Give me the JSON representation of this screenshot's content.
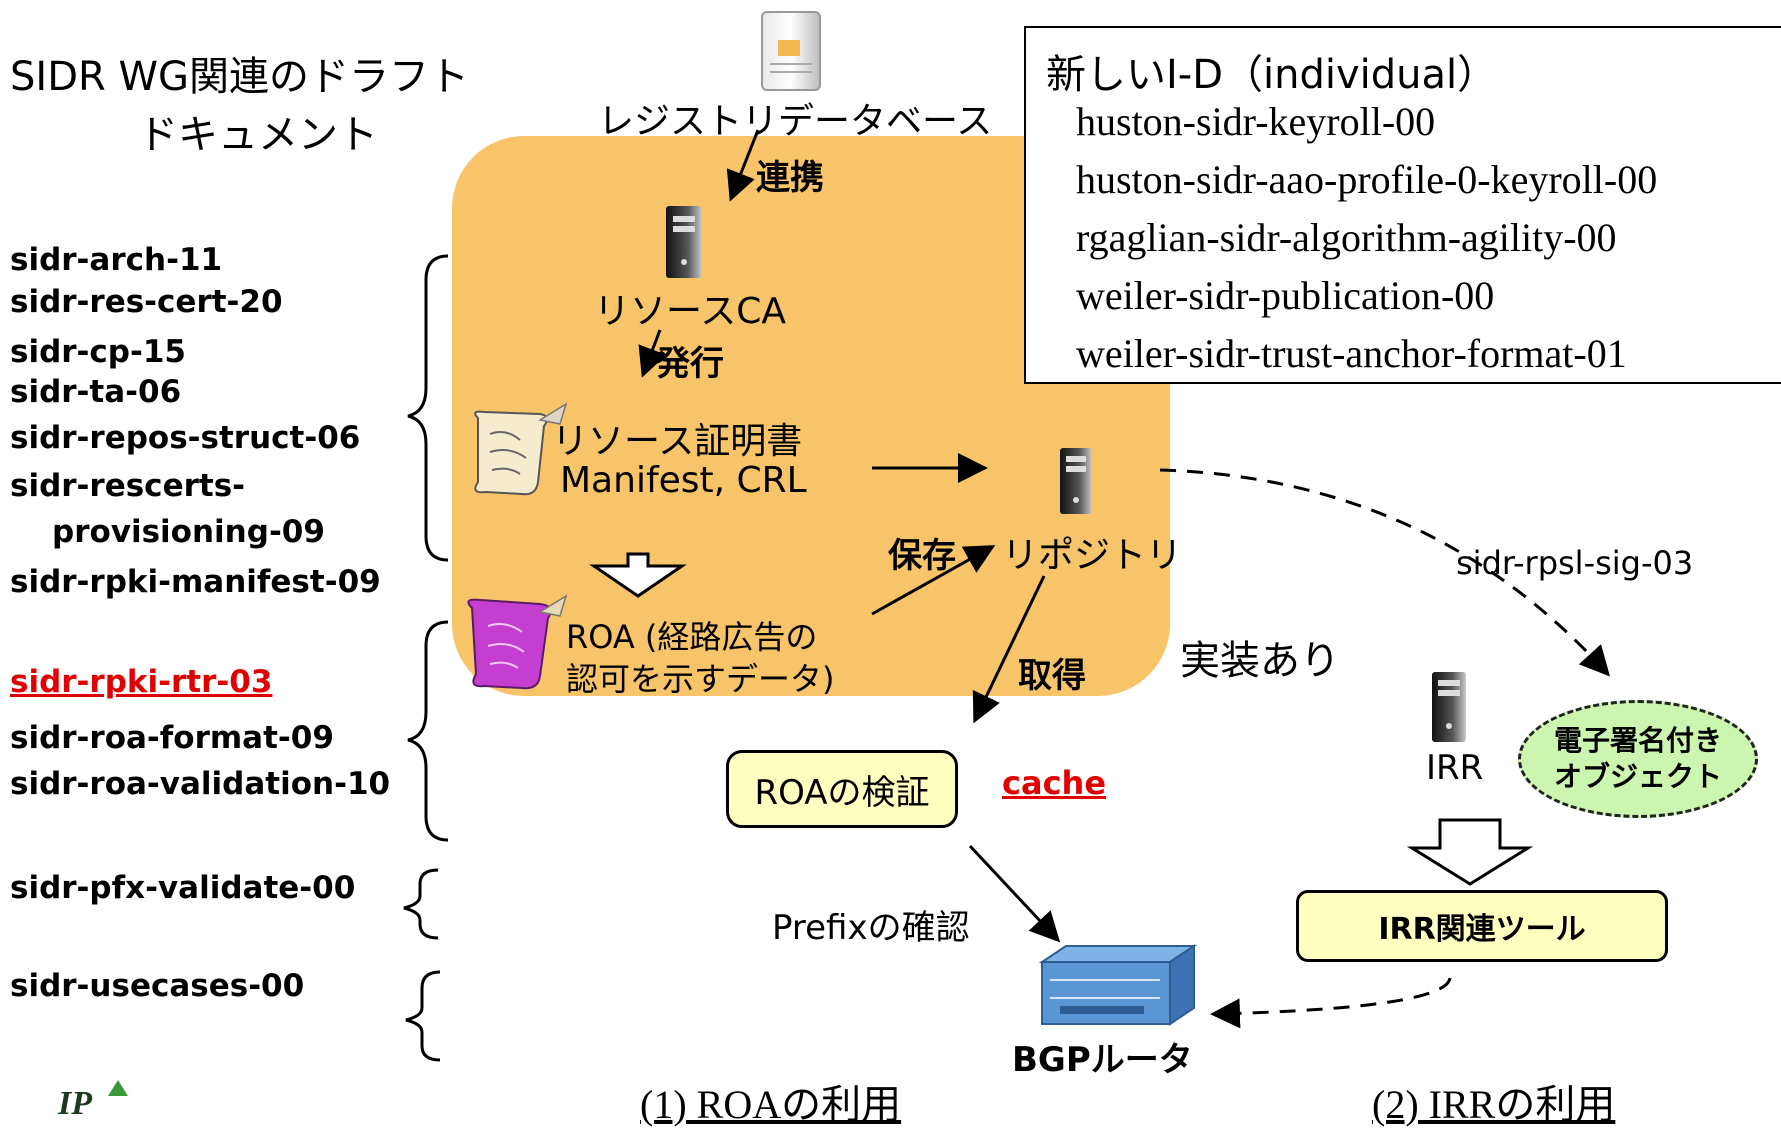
{
  "title": {
    "line1": "SIDR WG関連のドラフト",
    "line2": "ドキュメント"
  },
  "drafts": {
    "group1": [
      "sidr-arch-11",
      "sidr-res-cert-20",
      "sidr-cp-15",
      "sidr-ta-06",
      "sidr-repos-struct-06",
      "sidr-rescerts-",
      "provisioning-09"
    ],
    "manifest": "sidr-rpki-manifest-09",
    "group2": {
      "rtr": "sidr-rpki-rtr-03",
      "format": "sidr-roa-format-09",
      "validation": "sidr-roa-validation-10"
    },
    "pfx": "sidr-pfx-validate-00",
    "usecases": "sidr-usecases-00"
  },
  "new_id_box": {
    "title": "新しいI-D（individual）",
    "items": [
      "huston-sidr-keyroll-00",
      "huston-sidr-aao-profile-0-keyroll-00",
      "rgaglian-sidr-algorithm-agility-00",
      "weiler-sidr-publication-00",
      "weiler-sidr-trust-anchor-format-01"
    ]
  },
  "flow": {
    "registry_db": "レジストリデータベース",
    "link": "連携",
    "resource_ca": "リソースCA",
    "issue": "発行",
    "resource_cert": "リソース証明書",
    "manifest_crl": "Manifest, CRL",
    "store": "保存",
    "repository": "リポジトリ",
    "roa_line1": "ROA (経路広告の",
    "roa_line2": "認可を示すデータ)",
    "fetch": "取得",
    "implemented": "実装あり",
    "roa_validation": "ROAの検証",
    "cache": "cache",
    "prefix_check": "Prefixの確認",
    "bgp_router": "BGPルータ",
    "rpsl_sig": "sidr-rpsl-sig-03",
    "irr": "IRR",
    "signed_object_line1": "電子署名付き",
    "signed_object_line2": "オブジェクト",
    "irr_tools": "IRR関連ツール"
  },
  "captions": {
    "roa_use": "(1) ROAの利用",
    "irr_use": "(2) IRRの利用"
  },
  "icons": [
    "server-tall-icon",
    "server-icon",
    "scroll-icon",
    "purple-scroll-icon",
    "router-icon",
    "logo-icon"
  ],
  "colors": {
    "ca_region": "#F8C46A",
    "box_fill": "#FFFFC0",
    "ellipse_fill": "#CCF5B0",
    "red_text": "#E00000"
  }
}
